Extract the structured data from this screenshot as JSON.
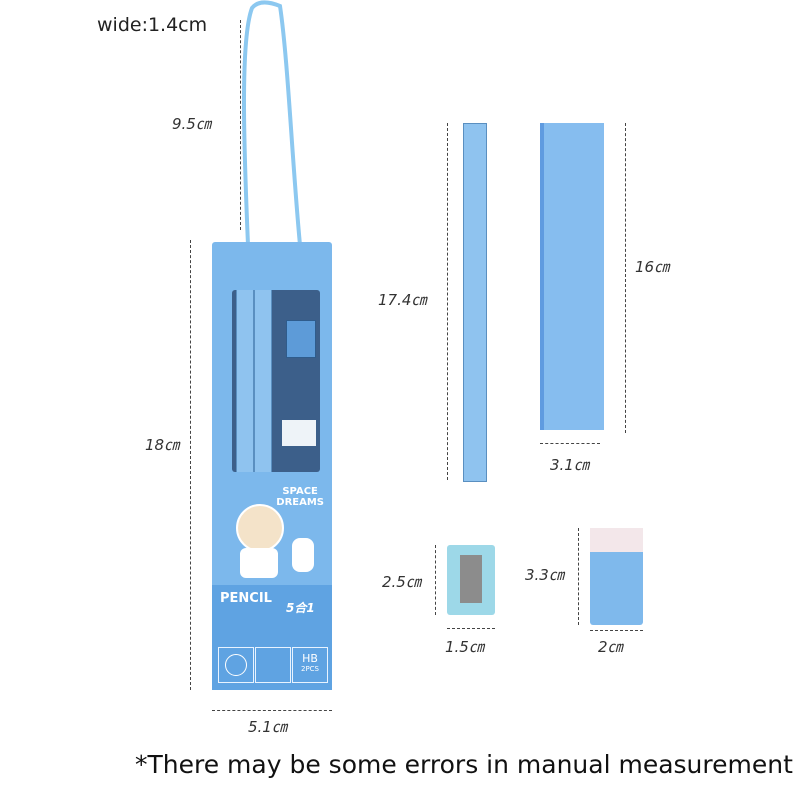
{
  "labels": {
    "wide": "wide:1.4cm",
    "strap": "9.5㎝",
    "box_height": "18㎝",
    "box_width": "5.1㎝",
    "pencil_length": "17.4㎝",
    "ruler_length": "16㎝",
    "ruler_width": "3.1㎝",
    "sharpener_height": "2.5㎝",
    "sharpener_width": "1.5㎝",
    "eraser_height": "3.3㎝",
    "eraser_width": "2㎝"
  },
  "package": {
    "brand_line1": "SPACE",
    "brand_line2": "DREAMS",
    "pencil": "PENCIL",
    "badge": "5合1",
    "grade": "HB",
    "count": "2PCS"
  },
  "footer": "*There may be some errors in manual measurement",
  "colors": {
    "box": "#7cb8ec",
    "strap": "#8cc8f0"
  }
}
